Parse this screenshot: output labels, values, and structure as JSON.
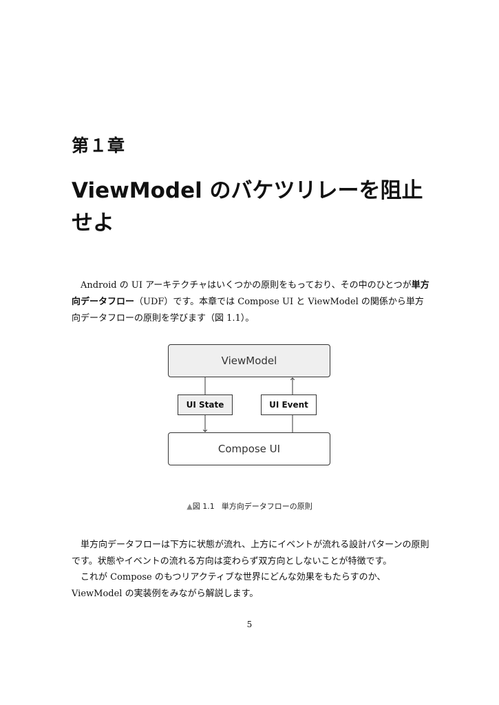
{
  "chapter": {
    "label": "第１章",
    "title": "ViewModel のバケツリレーを阻止せよ"
  },
  "intro": {
    "part1": "Android の UI アーキテクチャはいくつかの原則をもっており、その中のひとつが",
    "bold": "単方向データフロー",
    "part2": "（UDF）です。本章では Compose UI と ViewModel の関係から単方向データフローの原則を学びます（図 1.1）。"
  },
  "diagram": {
    "viewmodel": "ViewModel",
    "ui_state": "UI State",
    "ui_event": "UI Event",
    "compose_ui": "Compose UI"
  },
  "caption": {
    "marker": "▲",
    "number": "図 1.1",
    "title": "単方向データフローの原則"
  },
  "body": {
    "p2": "単方向データフローは下方に状態が流れ、上方にイベントが流れる設計パターンの原則です。状態やイベントの流れる方向は変わらず双方向としないことが特徴です。",
    "p3": "これが Compose のもつリアクティブな世界にどんな効果をもたらすのか、ViewModel の実装例をみながら解説します。"
  },
  "page_number": "5"
}
